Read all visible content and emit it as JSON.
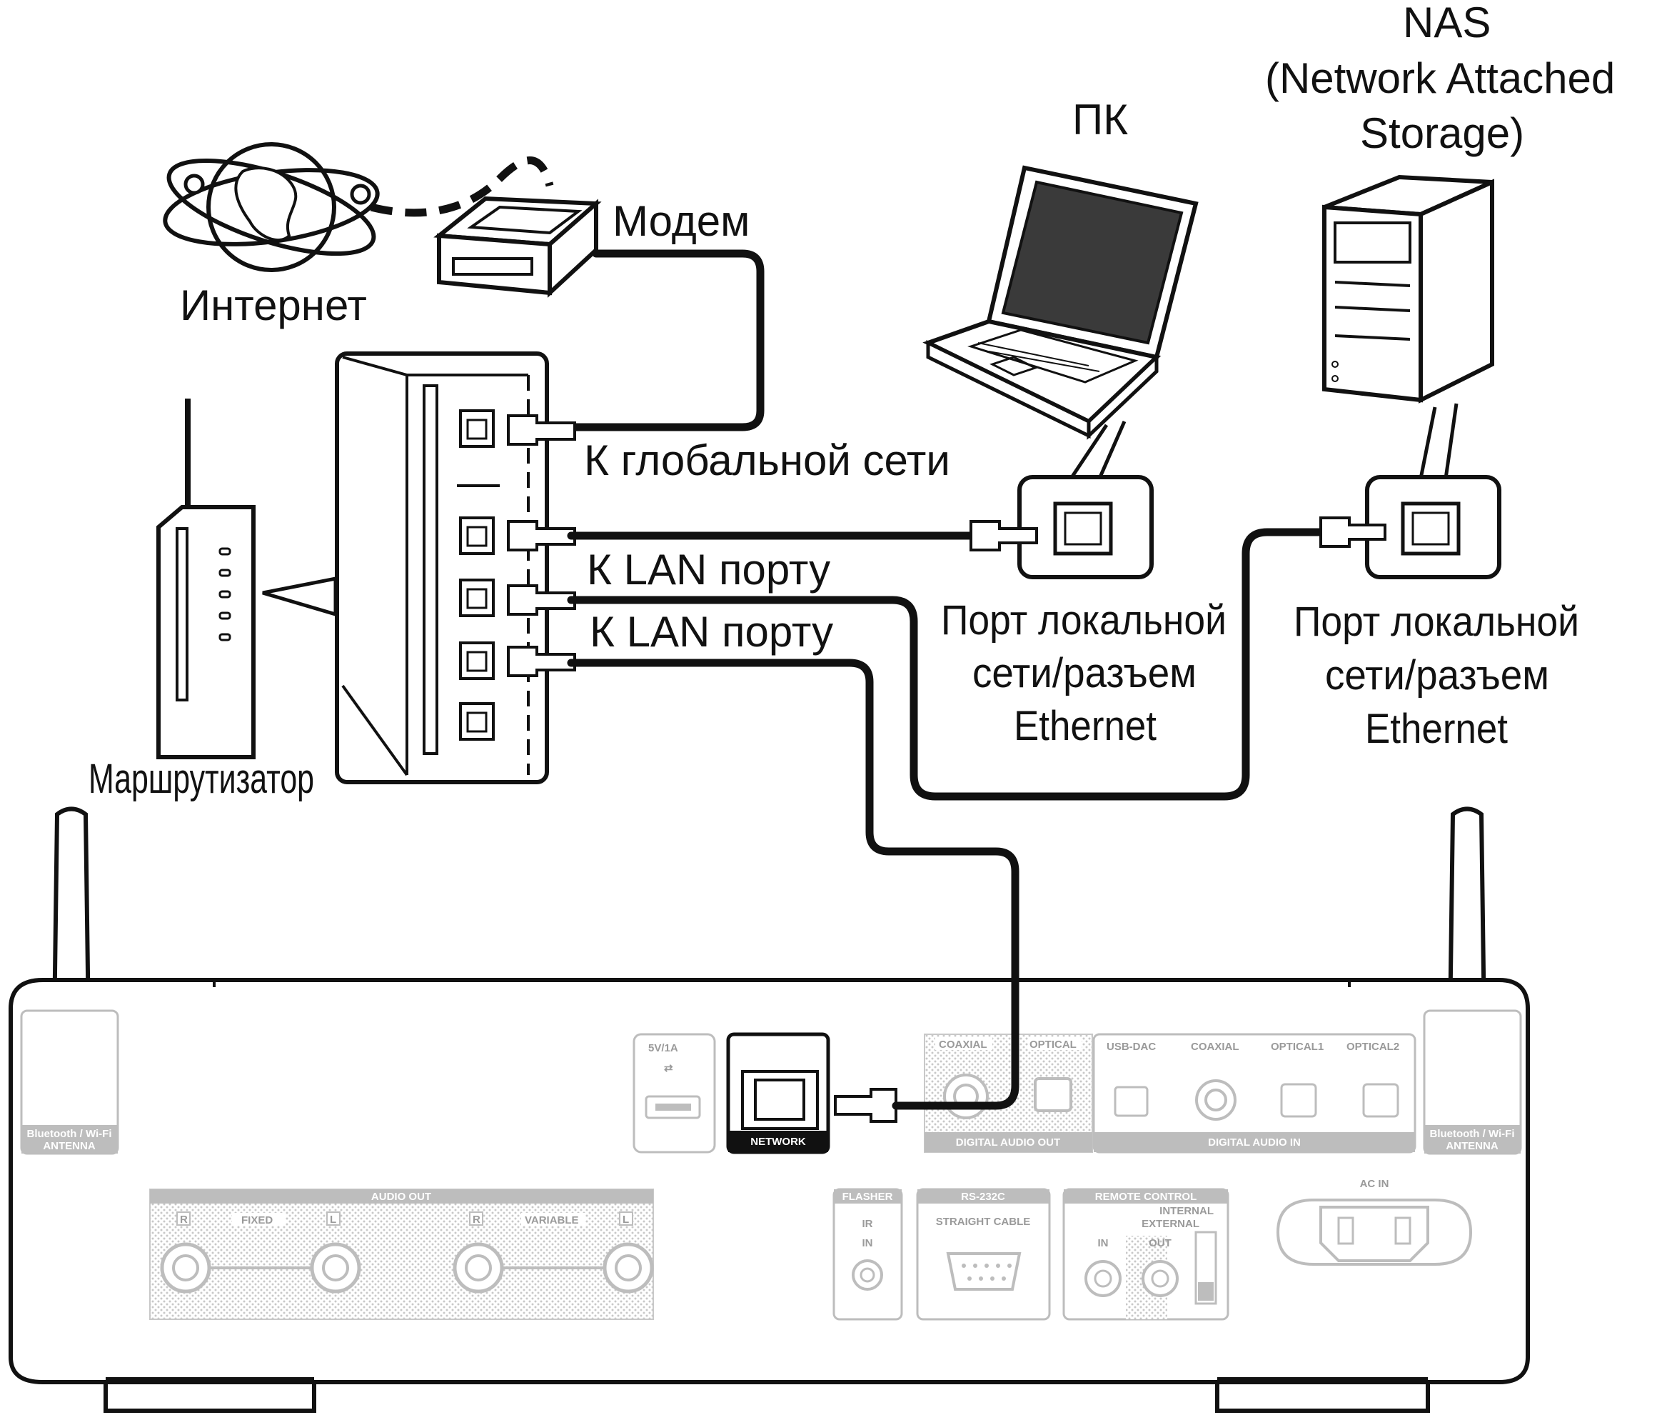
{
  "labels": {
    "internet": "Интернет",
    "modem": "Модем",
    "router": "Маршрутизатор",
    "pc": "ПК",
    "nas_line1": "NAS",
    "nas_line2": "(Network Attached",
    "nas_line3": "Storage)",
    "wan": "К глобальной сети",
    "lan1": "К LAN порту",
    "lan2": "К LAN порту",
    "pc_port_line1": "Порт локальной",
    "pc_port_line2": "сети/разъем",
    "pc_port_line3": "Ethernet",
    "nas_port_line1": "Порт локальной",
    "nas_port_line2": "сети/разъем",
    "nas_port_line3": "Ethernet"
  },
  "rear_panel": {
    "antenna_left_l1": "Bluetooth / Wi-Fi",
    "antenna_left_l2": "ANTENNA",
    "antenna_right_l1": "Bluetooth / Wi-Fi",
    "antenna_right_l2": "ANTENNA",
    "usb_power": "5V/1A",
    "network": "NETWORK",
    "coaxial_out": "COAXIAL",
    "optical_out": "OPTICAL",
    "digital_audio_out": "DIGITAL AUDIO OUT",
    "usb_dac": "USB-DAC",
    "coaxial_in": "COAXIAL",
    "optical1": "OPTICAL1",
    "optical2": "OPTICAL2",
    "digital_audio_in": "DIGITAL AUDIO IN",
    "audio_out": "AUDIO OUT",
    "fixed": "FIXED",
    "variable": "VARIABLE",
    "flasher": "FLASHER",
    "ir": "IR",
    "in": "IN",
    "rs232c": "RS-232C",
    "straight_cable": "STRAIGHT CABLE",
    "remote_control": "REMOTE CONTROL",
    "internal": "INTERNAL",
    "external": "EXTERNAL",
    "rc_in": "IN",
    "rc_out": "OUT",
    "ac_in": "AC IN",
    "ch_r": "R",
    "ch_l": "L"
  }
}
